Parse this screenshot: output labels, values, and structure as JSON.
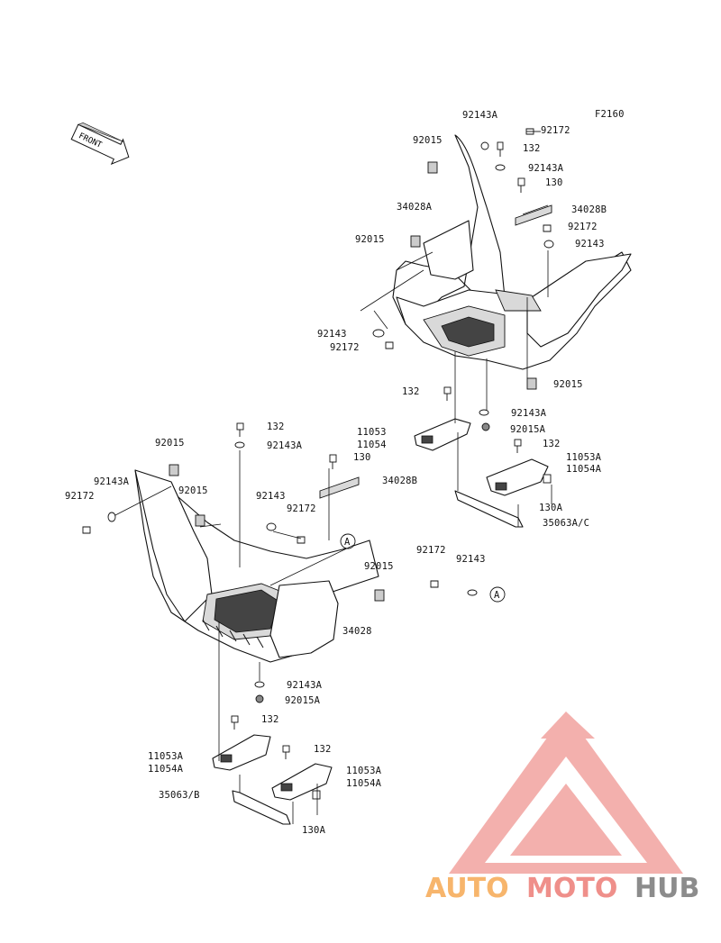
{
  "diagram_code": "F2160",
  "front_label": "FRONT",
  "ref_marker": "A",
  "watermark": {
    "brand_auto": "AUTO",
    "brand_moto": "MOTO",
    "brand_hub": "HUB",
    "colors": {
      "auto": "#f7b56c",
      "moto": "#ef8f8a",
      "hub": "#8c8c8c",
      "logo": "#f09c98"
    }
  },
  "callouts": [
    "92143A",
    "92172",
    "92015",
    "132",
    "92143A",
    "130",
    "34028A",
    "34028B",
    "92172",
    "92015",
    "92143",
    "92143",
    "92172",
    "92015",
    "132",
    "92143A",
    "92015A",
    "11053",
    "11054",
    "132",
    "11053A",
    "11054A",
    "130A",
    "35063A/C",
    "132",
    "92143A",
    "92015",
    "92143A",
    "92015",
    "130",
    "34028B",
    "92172",
    "92143",
    "92172",
    "92015",
    "92172",
    "92143",
    "34028",
    "92143A",
    "92015A",
    "132",
    "11053A",
    "11054A",
    "132",
    "11053A",
    "11054A",
    "35063/B",
    "130A"
  ]
}
